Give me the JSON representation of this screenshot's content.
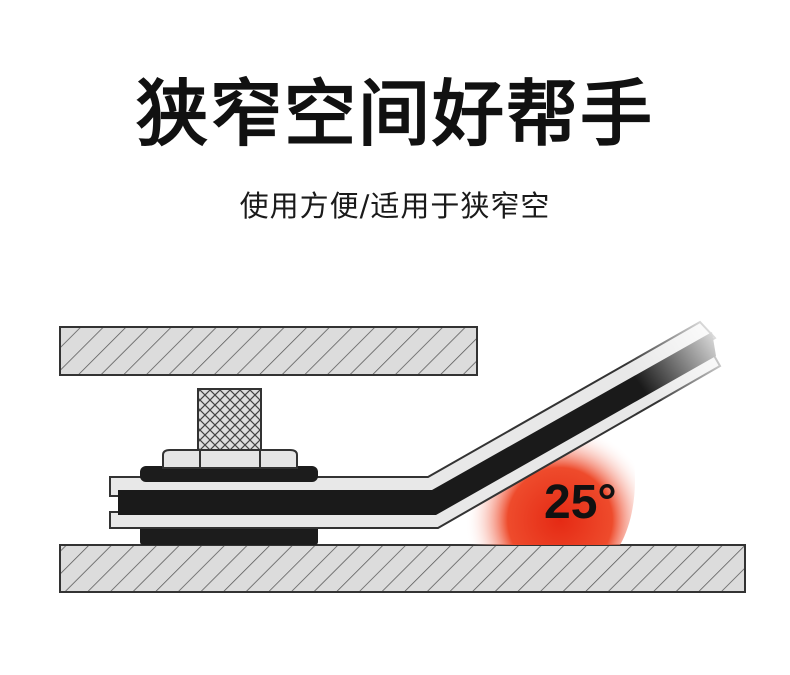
{
  "header": {
    "title": "狭窄空间好帮手",
    "subtitle": "使用方便/适用于狭窄空"
  },
  "diagram": {
    "angle_label": "25°"
  },
  "colors": {
    "angle_highlight": "#e8321e",
    "text": "#111111",
    "hatch_fill": "#dcdcdc"
  }
}
